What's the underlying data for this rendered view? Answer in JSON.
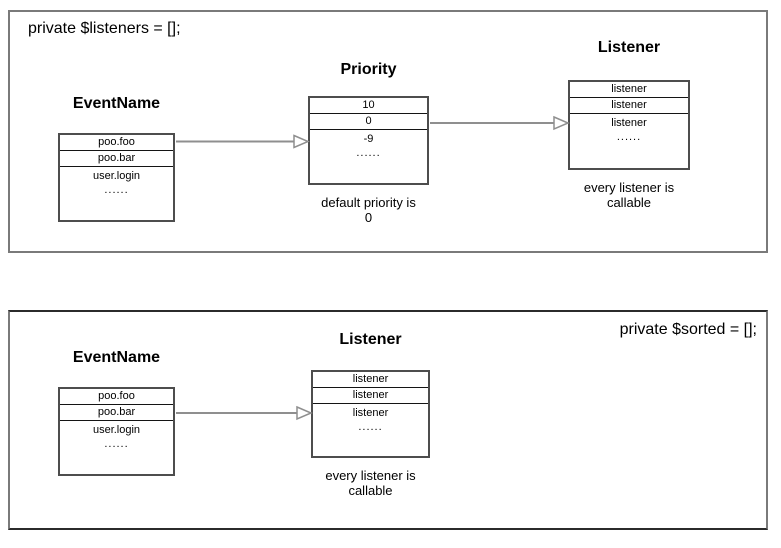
{
  "top_panel": {
    "code": "private $listeners = [];",
    "eventname": {
      "title": "EventName",
      "rows": [
        "poo.foo",
        "poo.bar",
        "user.login",
        "......"
      ]
    },
    "priority": {
      "title": "Priority",
      "rows": [
        "10",
        "0",
        "-9",
        "......"
      ],
      "caption": [
        "default priority is",
        "0"
      ]
    },
    "listener": {
      "title": "Listener",
      "rows": [
        "listener",
        "listener",
        "listener",
        "......"
      ],
      "caption": [
        "every listener is",
        "callable"
      ]
    }
  },
  "bottom_panel": {
    "code": "private $sorted = [];",
    "eventname": {
      "title": "EventName",
      "rows": [
        "poo.foo",
        "poo.bar",
        "user.login",
        "......"
      ]
    },
    "listener": {
      "title": "Listener",
      "rows": [
        "listener",
        "listener",
        "listener",
        "......"
      ],
      "caption": [
        "every listener is",
        "callable"
      ]
    }
  },
  "colors": {
    "panel_border": "#7a7a7a",
    "table_border": "#4d4d4d",
    "row_divider": "#141414",
    "arrow": "#8f8f8f",
    "background": "#ffffff",
    "text": "#000000"
  }
}
